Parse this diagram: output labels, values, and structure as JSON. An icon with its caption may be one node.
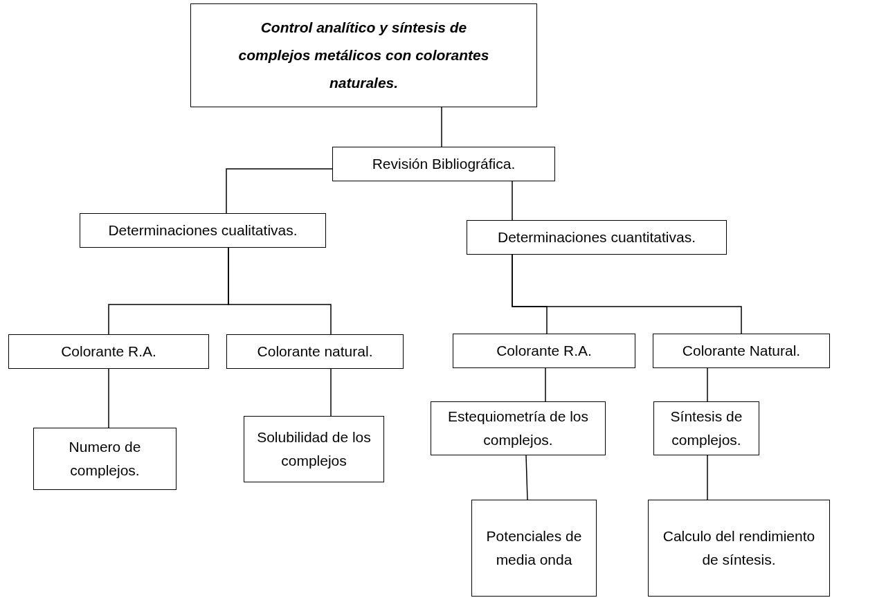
{
  "diagram": {
    "nodes": [
      {
        "text": [
          "Control analítico y síntesis de complejos metálicos con colorantes naturales."
        ]
      },
      {
        "text": [
          "Revisión Bibliográfica."
        ]
      },
      {
        "text": [
          "Determinaciones cualitativas."
        ]
      },
      {
        "text": [
          "Determinaciones cuantitativas."
        ]
      },
      {
        "text": [
          "Colorante R.A."
        ]
      },
      {
        "text": [
          "Colorante natural."
        ]
      },
      {
        "text": [
          "Colorante R.A."
        ]
      },
      {
        "text": [
          "Colorante Natural."
        ]
      },
      {
        "text": [
          "Numero de complejos."
        ]
      },
      {
        "text": [
          "Solubilidad de los complejos"
        ]
      },
      {
        "text": [
          "Estequiometría de los complejos."
        ]
      },
      {
        "text": [
          "Síntesis de complejos."
        ]
      },
      {
        "text": [
          "Potenciales de media onda"
        ]
      },
      {
        "text": [
          "Calculo del rendimiento de síntesis."
        ]
      }
    ],
    "edges": [
      {
        "from": 0,
        "to": 1,
        "arrow": "none"
      },
      {
        "from": 1,
        "to": 2,
        "arrow": "none"
      },
      {
        "from": 1,
        "to": 3,
        "arrow": "none"
      },
      {
        "from": 2,
        "to": 4,
        "arrow": "none"
      },
      {
        "from": 2,
        "to": 5,
        "arrow": "none"
      },
      {
        "from": 3,
        "to": 6,
        "arrow": "none"
      },
      {
        "from": 3,
        "to": 7,
        "arrow": "none"
      },
      {
        "from": 4,
        "to": 8,
        "arrow": "none"
      },
      {
        "from": 5,
        "to": 9,
        "arrow": "none"
      },
      {
        "from": 6,
        "to": 10,
        "arrow": "none"
      },
      {
        "from": 7,
        "to": 11,
        "arrow": "none"
      },
      {
        "from": 10,
        "to": 12,
        "arrow": "none"
      },
      {
        "from": 11,
        "to": 13,
        "arrow": "none"
      }
    ]
  }
}
